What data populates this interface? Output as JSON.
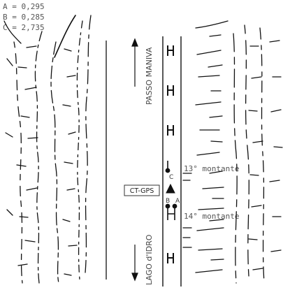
{
  "legend": {
    "a": "A = 0,295",
    "b": "B = 0,285",
    "c": "C = 2,735"
  },
  "road": {
    "direction_north": "PASSO MANIVA",
    "direction_south": "LAGO d'IDRO"
  },
  "markers": {
    "upper_post": "13° montante",
    "lower_post": "14° montante",
    "station": "CT-GPS",
    "point_a": "A",
    "point_b": "B",
    "point_c": "C"
  }
}
